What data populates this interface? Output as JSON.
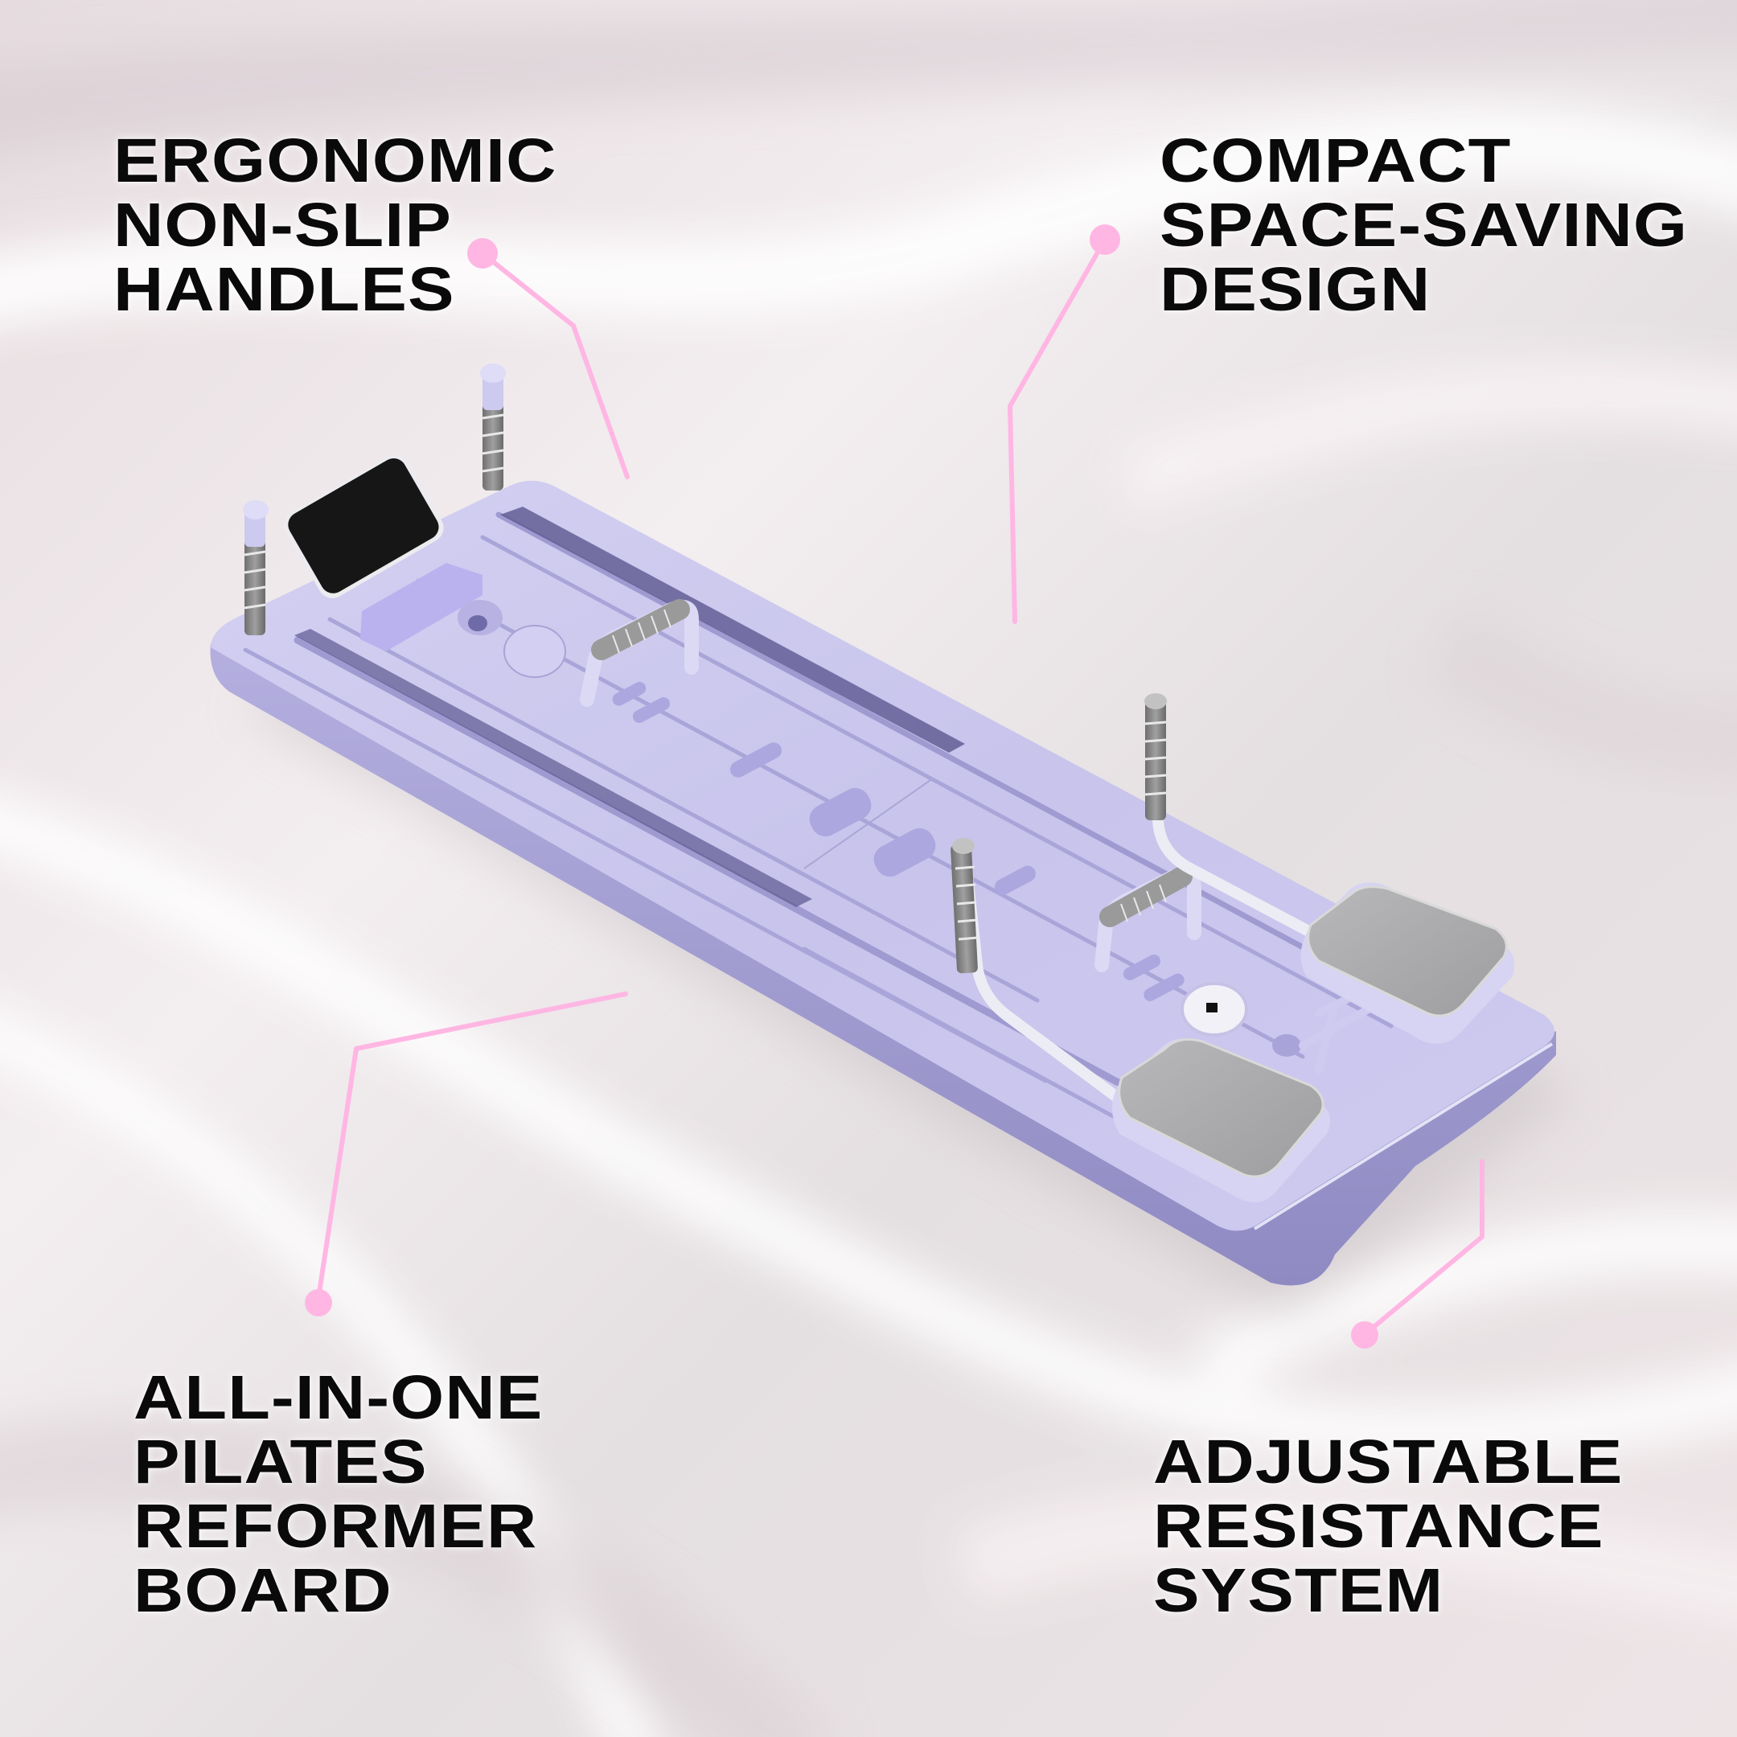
{
  "callouts": {
    "top_left": {
      "lines": [
        "ERGONOMIC",
        "NON-SLIP",
        "HANDLES"
      ]
    },
    "top_right": {
      "lines": [
        "COMPACT",
        "SPACE-SAVING",
        "DESIGN"
      ]
    },
    "bottom_left": {
      "lines": [
        "ALL-IN-ONE",
        "PILATES",
        "REFORMER",
        "BOARD"
      ]
    },
    "bottom_right": {
      "lines": [
        "ADJUSTABLE",
        "RESISTANCE",
        "SYSTEM"
      ]
    }
  },
  "product": {
    "name": "Pilates Reformer Board",
    "components": [
      "phone-holder",
      "resistance-poles",
      "push-up-handles",
      "foot-pedals",
      "resistance-dial"
    ]
  },
  "colors": {
    "background": "#ece6e8",
    "board_top": "#c9c5ec",
    "board_side": "#a7a2d6",
    "board_groove": "#9b96cf",
    "accent_pink": "#ffb6e3",
    "grip_gray": "#8f8f8f",
    "pad_gray": "#a9a9ab",
    "text": "#0a0a0a"
  }
}
